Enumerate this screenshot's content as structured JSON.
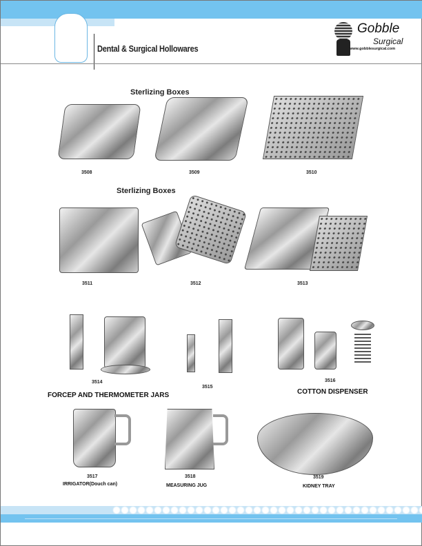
{
  "header": {
    "title": "Dental & Surgical Hollowares",
    "brand_name": "Gobble",
    "brand_sub": "Surgical",
    "brand_url": "www.gobblesurgical.com"
  },
  "sections": {
    "sterilizing_1": "Sterlizing Boxes",
    "sterilizing_2": "Sterlizing Boxes"
  },
  "products": [
    {
      "code": "3508"
    },
    {
      "code": "3509"
    },
    {
      "code": "3510"
    },
    {
      "code": "3511"
    },
    {
      "code": "3512"
    },
    {
      "code": "3513"
    },
    {
      "code": "3514"
    },
    {
      "code": "3515"
    },
    {
      "code": "3516"
    },
    {
      "code": "3517",
      "caption": "IRRIGATOR(Douch can)"
    },
    {
      "code": "3518",
      "caption": "MEASURING JUG"
    },
    {
      "code": "3519",
      "caption": "KIDNEY TRAY"
    }
  ],
  "captions": {
    "jars": "FORCEP AND THERMOMETER JARS",
    "cotton": "COTTON DISPENSER"
  },
  "colors": {
    "band": "#73c3ef",
    "band_light": "#c7e4f6"
  }
}
